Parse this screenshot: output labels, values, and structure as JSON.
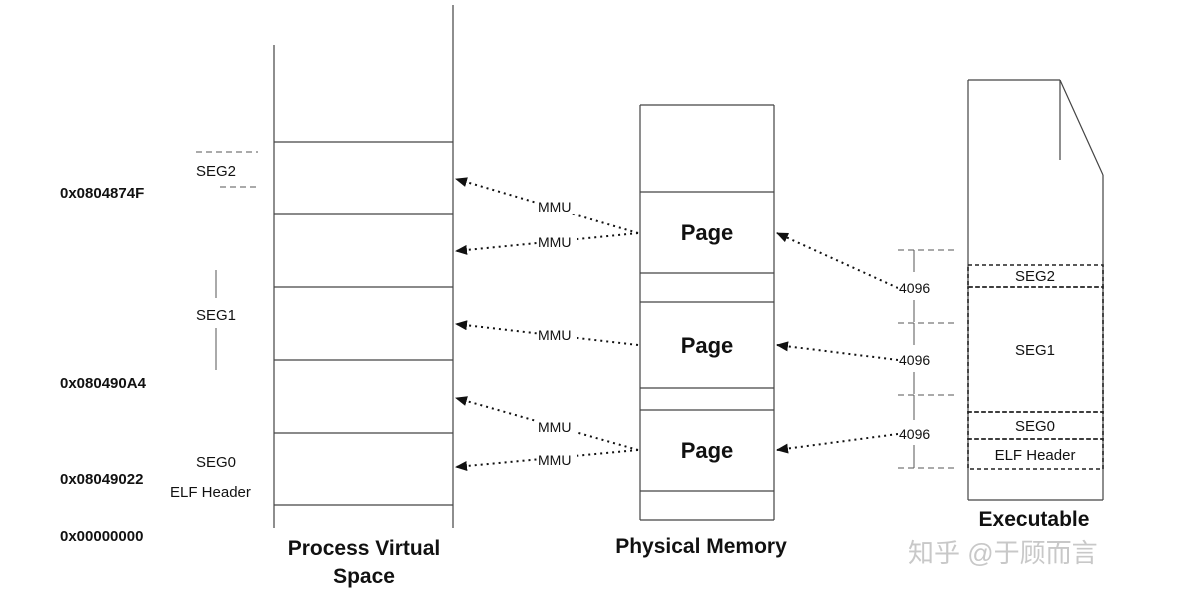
{
  "titles": {
    "process_virtual_line1": "Process Virtual",
    "process_virtual_line2": "Space",
    "physical_memory": "Physical Memory",
    "executable": "Executable"
  },
  "addresses": {
    "seg2_top": "0x0804874F",
    "seg1_top": "0x080490A4",
    "seg0_top": "0x08049022",
    "base": "0x00000000"
  },
  "virtual_labels": {
    "seg2": "SEG2",
    "seg1": "SEG1",
    "seg0": "SEG0",
    "elf_header": "ELF Header"
  },
  "physical_pages": [
    "Page",
    "Page",
    "Page"
  ],
  "mmu_labels": [
    "MMU",
    "MMU",
    "MMU",
    "MMU",
    "MMU"
  ],
  "executable_segments": {
    "seg2": "SEG2",
    "seg1": "SEG1",
    "seg0": "SEG0",
    "elf_header": "ELF Header"
  },
  "page_sizes": [
    "4096",
    "4096",
    "4096"
  ],
  "watermark": "知乎 @于顾而言",
  "colors": {
    "line": "#333333",
    "text": "#111111",
    "watermark": "#c8c8c8"
  }
}
